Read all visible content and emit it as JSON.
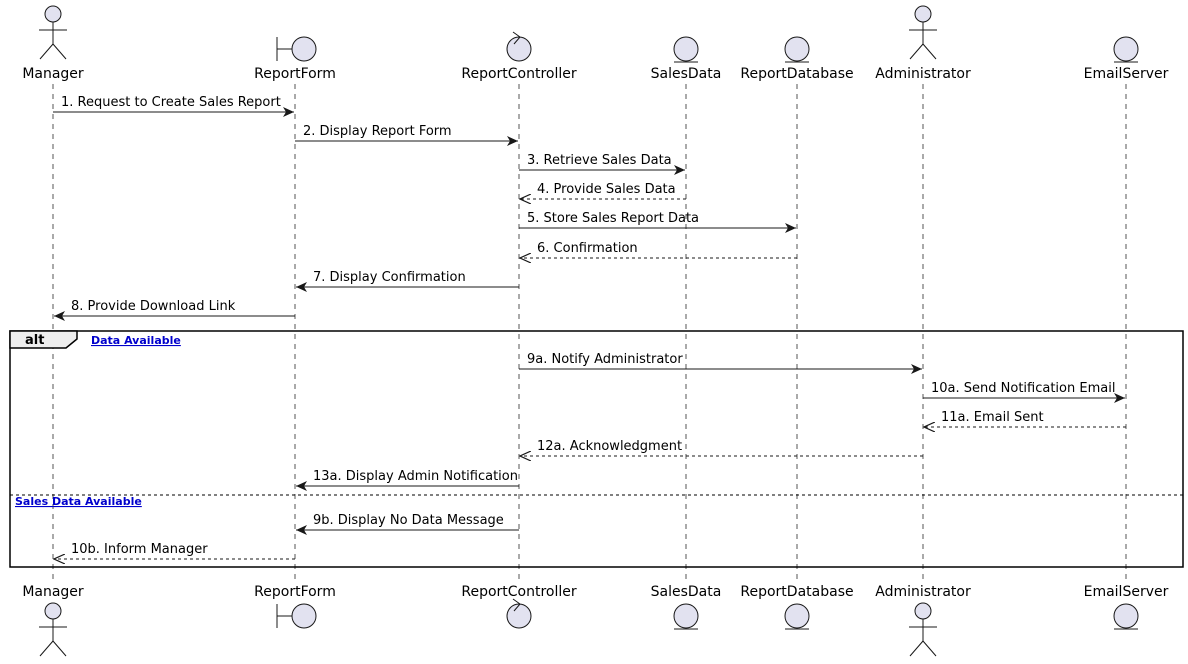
{
  "participants": [
    {
      "id": "manager",
      "name": "Manager",
      "kind": "actor"
    },
    {
      "id": "reportform",
      "name": "ReportForm",
      "kind": "boundary"
    },
    {
      "id": "reportcontroller",
      "name": "ReportController",
      "kind": "control"
    },
    {
      "id": "salesdata",
      "name": "SalesData",
      "kind": "entity"
    },
    {
      "id": "reportdatabase",
      "name": "ReportDatabase",
      "kind": "entity"
    },
    {
      "id": "administrator",
      "name": "Administrator",
      "kind": "actor"
    },
    {
      "id": "emailserver",
      "name": "EmailServer",
      "kind": "entity"
    }
  ],
  "messages": [
    {
      "from": "manager",
      "to": "reportform",
      "label": "1. Request to Create Sales Report",
      "style": "solid"
    },
    {
      "from": "reportform",
      "to": "reportcontroller",
      "label": "2. Display Report Form",
      "style": "solid"
    },
    {
      "from": "reportcontroller",
      "to": "salesdata",
      "label": "3. Retrieve Sales Data",
      "style": "solid"
    },
    {
      "from": "salesdata",
      "to": "reportcontroller",
      "label": "4. Provide Sales Data",
      "style": "dashed"
    },
    {
      "from": "reportcontroller",
      "to": "reportdatabase",
      "label": "5. Store Sales Report Data",
      "style": "solid"
    },
    {
      "from": "reportdatabase",
      "to": "reportcontroller",
      "label": "6. Confirmation",
      "style": "dashed"
    },
    {
      "from": "reportcontroller",
      "to": "reportform",
      "label": "7. Display Confirmation",
      "style": "solid"
    },
    {
      "from": "reportform",
      "to": "manager",
      "label": "8. Provide Download Link",
      "style": "solid"
    },
    {
      "from": "reportcontroller",
      "to": "administrator",
      "label": "9a. Notify Administrator",
      "style": "solid"
    },
    {
      "from": "administrator",
      "to": "emailserver",
      "label": "10a. Send Notification Email",
      "style": "solid"
    },
    {
      "from": "emailserver",
      "to": "administrator",
      "label": "11a. Email Sent",
      "style": "dashed"
    },
    {
      "from": "administrator",
      "to": "reportcontroller",
      "label": "12a. Acknowledgment",
      "style": "dashed"
    },
    {
      "from": "reportcontroller",
      "to": "reportform",
      "label": "13a. Display Admin Notification",
      "style": "solid"
    },
    {
      "from": "reportcontroller",
      "to": "reportform",
      "label": "9b. Display No Data Message",
      "style": "solid"
    },
    {
      "from": "reportform",
      "to": "manager",
      "label": "10b. Inform Manager",
      "style": "dashed"
    }
  ],
  "fragment": {
    "operator": "alt",
    "guards": [
      "Data Available",
      "Sales Data Available"
    ]
  },
  "colors": {
    "participant_fill": "#e2e2f0",
    "stroke": "#181818",
    "guard_link": "#0000cc"
  }
}
